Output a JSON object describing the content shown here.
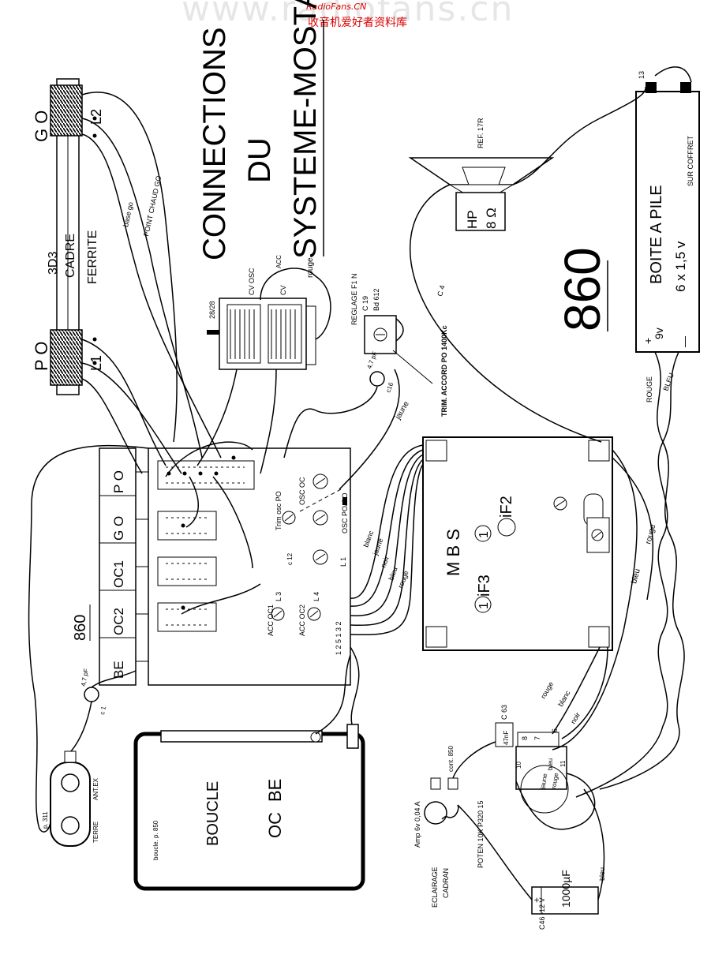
{
  "header": {
    "watermark": "www.radiofans.cn",
    "site_name": "RadioFans.CN",
    "site_slogan": "收音机爱好者资料库"
  },
  "title": {
    "line1": "CONNECTIONS",
    "line2": "DU",
    "line3": "SYSTEME-MOSTA"
  },
  "model_big": "860",
  "model_small": "860",
  "antenna": {
    "go": "G O",
    "l2": "L2",
    "po": "P O",
    "l1": "L1",
    "line1": "3D3",
    "line2": "CADRE",
    "line3": "FERRITE",
    "wire_base": "base go",
    "wire_point": "POINT CHAUD GO"
  },
  "cv": {
    "label_osc": "CV OSC",
    "label_cv": "CV",
    "label_acc": "ACC",
    "ref": "28/28",
    "rouge": "rouge"
  },
  "trimmer": {
    "reglage": "REGLAGE F1 N",
    "c": "C 19",
    "bd": "Bd 612",
    "trim_accord": "TRIM. ACCORD PO 1400Kc",
    "c4": "C 4",
    "cap": "4,7 pF",
    "c16": "c16",
    "jaune": "jaune"
  },
  "speaker": {
    "ref": "REF. 17R",
    "hp": "HP",
    "ohms": "8 Ω"
  },
  "battery": {
    "title": "BOITE A PILE",
    "spec": "6 x 1,5 v",
    "coffret": "SUR COFFRET",
    "plus": "+",
    "volts": "9v",
    "minus": "—",
    "num": "13",
    "rouge": "ROUGE",
    "bleu": "BLEU"
  },
  "switchboard": {
    "keys": [
      "P O",
      "G O",
      "OC1",
      "OC2",
      "BE"
    ],
    "osc_oc": "OSC OC",
    "trim_osc": "Trim osc PO",
    "osc_po_go": "OSC PO/GO",
    "c12": "c 12",
    "l1": "L 1",
    "l3": "L 3",
    "l4": "L 4",
    "acc_oc1": "ACC OC1",
    "acc_oc2": "ACC OC2",
    "pins": "1 2 5 1 3 2"
  },
  "mbs": {
    "title": "M B S",
    "if2": "iF2",
    "if3": "iF3",
    "one": "1",
    "wires": [
      "blanc",
      "jaune",
      "noir",
      "bleu",
      "rouge"
    ],
    "bleu": "bleu",
    "rouge": "rouge"
  },
  "ant_block": {
    "cap": "4,7 pF",
    "c1": "c 1",
    "terre": "TERRE",
    "antex": "ANT.EX",
    "ref": "p. 311"
  },
  "loop": {
    "title": "BOUCLE",
    "oc": "OC",
    "be": "BE",
    "ref": "boucle. p. 850"
  },
  "volume": {
    "c63": "C 63",
    "cap": "47nF",
    "n8": "8",
    "n7": "7",
    "n6": "6",
    "n10": "10",
    "n11": "11",
    "rouge": "rouge",
    "blanc": "blanc",
    "noir": "noir",
    "bleu": "bleu",
    "jaune": "jaune",
    "rouge2": "rouge",
    "pot": "POTEN 10K P320 15",
    "cont": "cont. 850",
    "lamp": "Amp 6v 0,04 A",
    "eclairage": "ECLAIRAGE",
    "cadran": "CADRAN",
    "cap_value": "1000µF",
    "cap_ref": "C46 -12 V",
    "bleu_wire": "bleu"
  }
}
